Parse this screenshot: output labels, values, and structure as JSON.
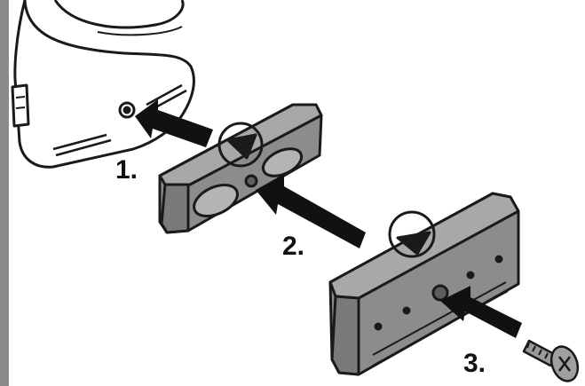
{
  "figure": {
    "steps": [
      {
        "label": "1."
      },
      {
        "label": "2."
      },
      {
        "label": "3."
      }
    ]
  },
  "colors": {
    "part_fill": "#8c8c8c",
    "part_face": "#a8a8a8",
    "part_dark": "#5e5e5e",
    "outline": "#1a1a1a",
    "arrow": "#111111",
    "left_bar": "#8a8a8a",
    "body_fill": "#ffffff"
  },
  "icons": [
    "camera-body",
    "adapter-plate",
    "mounting-block",
    "screw-icon",
    "insert-arrow-icon",
    "alignment-circle"
  ]
}
